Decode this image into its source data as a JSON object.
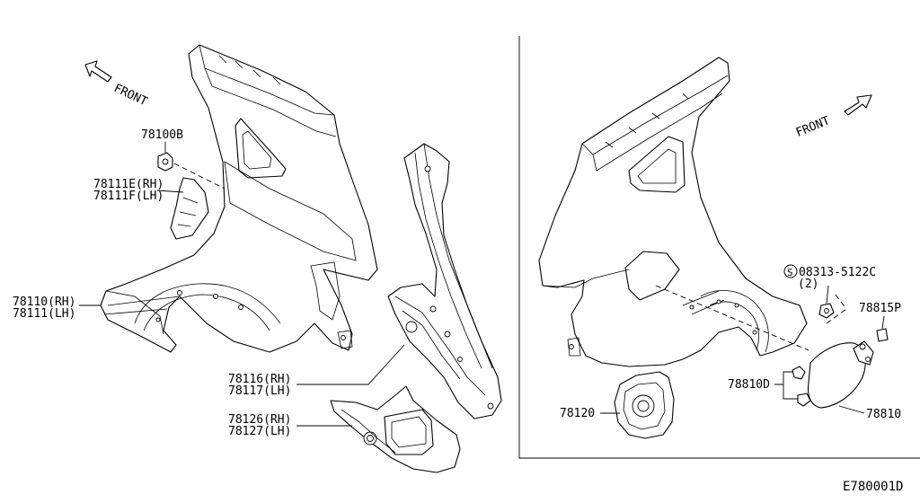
{
  "left_view": {
    "front_label": "FRONT",
    "callouts": {
      "p78100B": "78100B",
      "p78111E": "78111E(RH)",
      "p78111F": "78111F(LH)",
      "p78110": "78110(RH)",
      "p78111": "78111(LH)",
      "p78116": "78116(RH)",
      "p78117": "78117(LH)",
      "p78126": "78126(RH)",
      "p78127": "78127(LH)"
    }
  },
  "right_view": {
    "front_label": "FRONT",
    "callouts": {
      "s_symbol": "S",
      "p08313": "08313-5122C",
      "qty": "(2)",
      "p78815P": "78815P",
      "p78810D": "78810D",
      "p78120": "78120",
      "p78810": "78810"
    }
  },
  "diagram_code": "E780001D"
}
